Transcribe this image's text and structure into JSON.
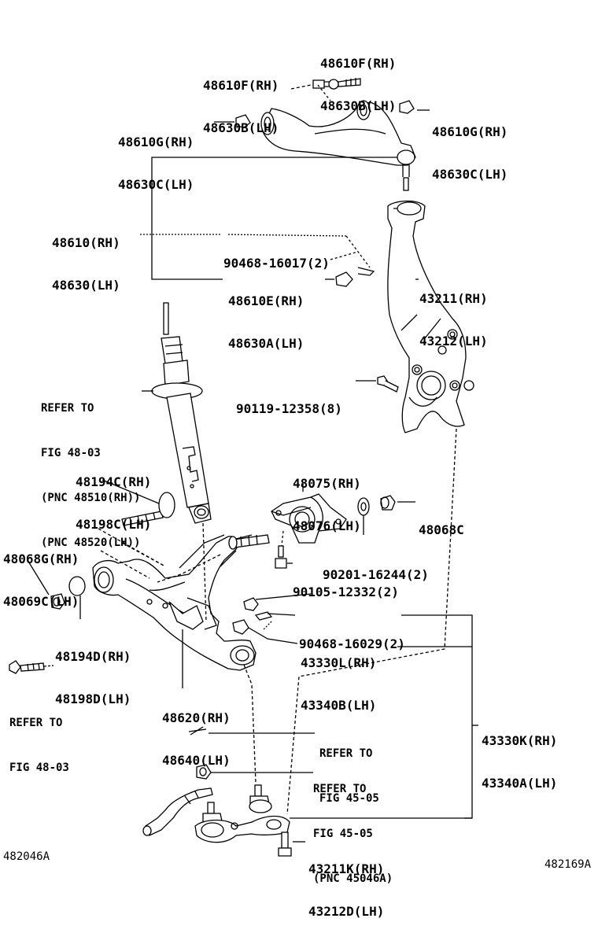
{
  "diagram": {
    "labels": {
      "upper_arm_bolt": [
        "48610F(RH)",
        "48630B(LH)"
      ],
      "upper_arm_bolt_left": [
        "48610F(RH)",
        "48630B(LH)"
      ],
      "upper_bushing_left": [
        "48610G(RH)",
        "48630C(LH)"
      ],
      "upper_bushing_right": [
        "48610G(RH)",
        "48630C(LH)"
      ],
      "upper_arm": [
        "48610(RH)",
        "48630(LH)"
      ],
      "cotter_pin_upper": [
        "90468-16017(2)"
      ],
      "upper_ball_joint_nut": [
        "48610E(RH)",
        "48630A(LH)"
      ],
      "knuckle": [
        "43211(RH)",
        "43212(LH)"
      ],
      "knuckle_bolt": [
        "90119-12358(8)"
      ],
      "shock_ref": [
        "REFER TO",
        "FIG 48-03",
        "(PNC 48510(RH))",
        "(PNC 48520(LH))"
      ],
      "shock_bolt": [
        "48194C(RH)",
        "48198C(LH)"
      ],
      "bushing_bracket": [
        "48075(RH)",
        "48076(LH)"
      ],
      "nut_48068c": [
        "48068C"
      ],
      "washer": [
        "90201-16244(2)"
      ],
      "bolt_90105": [
        "90105-12332(2)"
      ],
      "lower_nut": [
        "48068G(RH)",
        "48069C(LH)"
      ],
      "lower_cam": [
        "48194D(RH)",
        "48198D(LH)"
      ],
      "cotter_pin_lower": [
        "90468-16029(2)"
      ],
      "lower_ball_joint": [
        "43330L(RH)",
        "43340B(LH)"
      ],
      "lower_arm": [
        "48620(RH)",
        "48640(LH)"
      ],
      "ref_fig_48_03": [
        "REFER TO",
        "FIG 48-03"
      ],
      "ball_joint_assy": [
        "43330K(RH)",
        "43340A(LH)"
      ],
      "ref_fig_45_05_a": [
        "REFER TO",
        "FIG 45-05"
      ],
      "ref_fig_45_05_b": [
        "REFER TO",
        "FIG 45-05",
        "(PNC 45046A)"
      ],
      "lower_knuckle_bolt": [
        "43211K(RH)",
        "43212D(LH)"
      ]
    },
    "footer": {
      "left_code": "482046A",
      "right_code": "482169A"
    }
  }
}
